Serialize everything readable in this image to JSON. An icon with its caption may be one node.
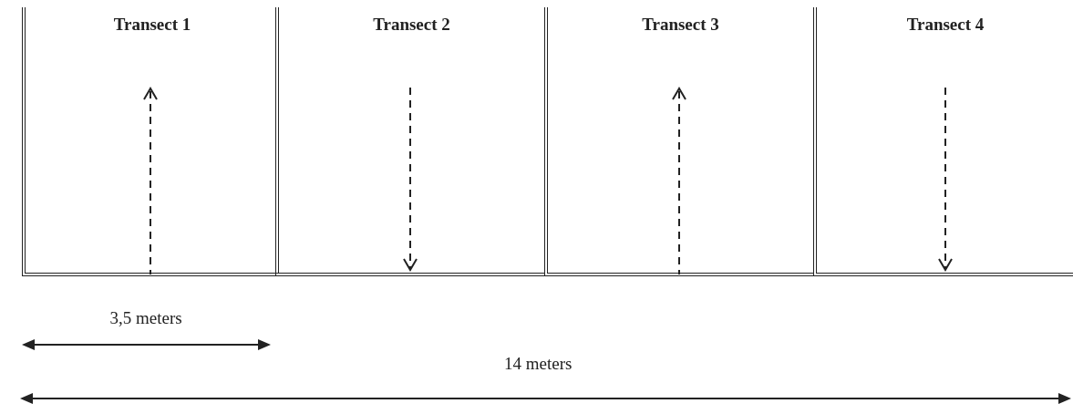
{
  "diagram": {
    "nodes": [
      {
        "text": [
          "Transect 1"
        ]
      },
      {
        "text": [
          "Transect 2"
        ]
      },
      {
        "text": [
          "Transect 3"
        ]
      },
      {
        "text": [
          "Transect 4"
        ]
      }
    ],
    "labels": [
      "3,5 meters",
      "14 meters"
    ]
  }
}
